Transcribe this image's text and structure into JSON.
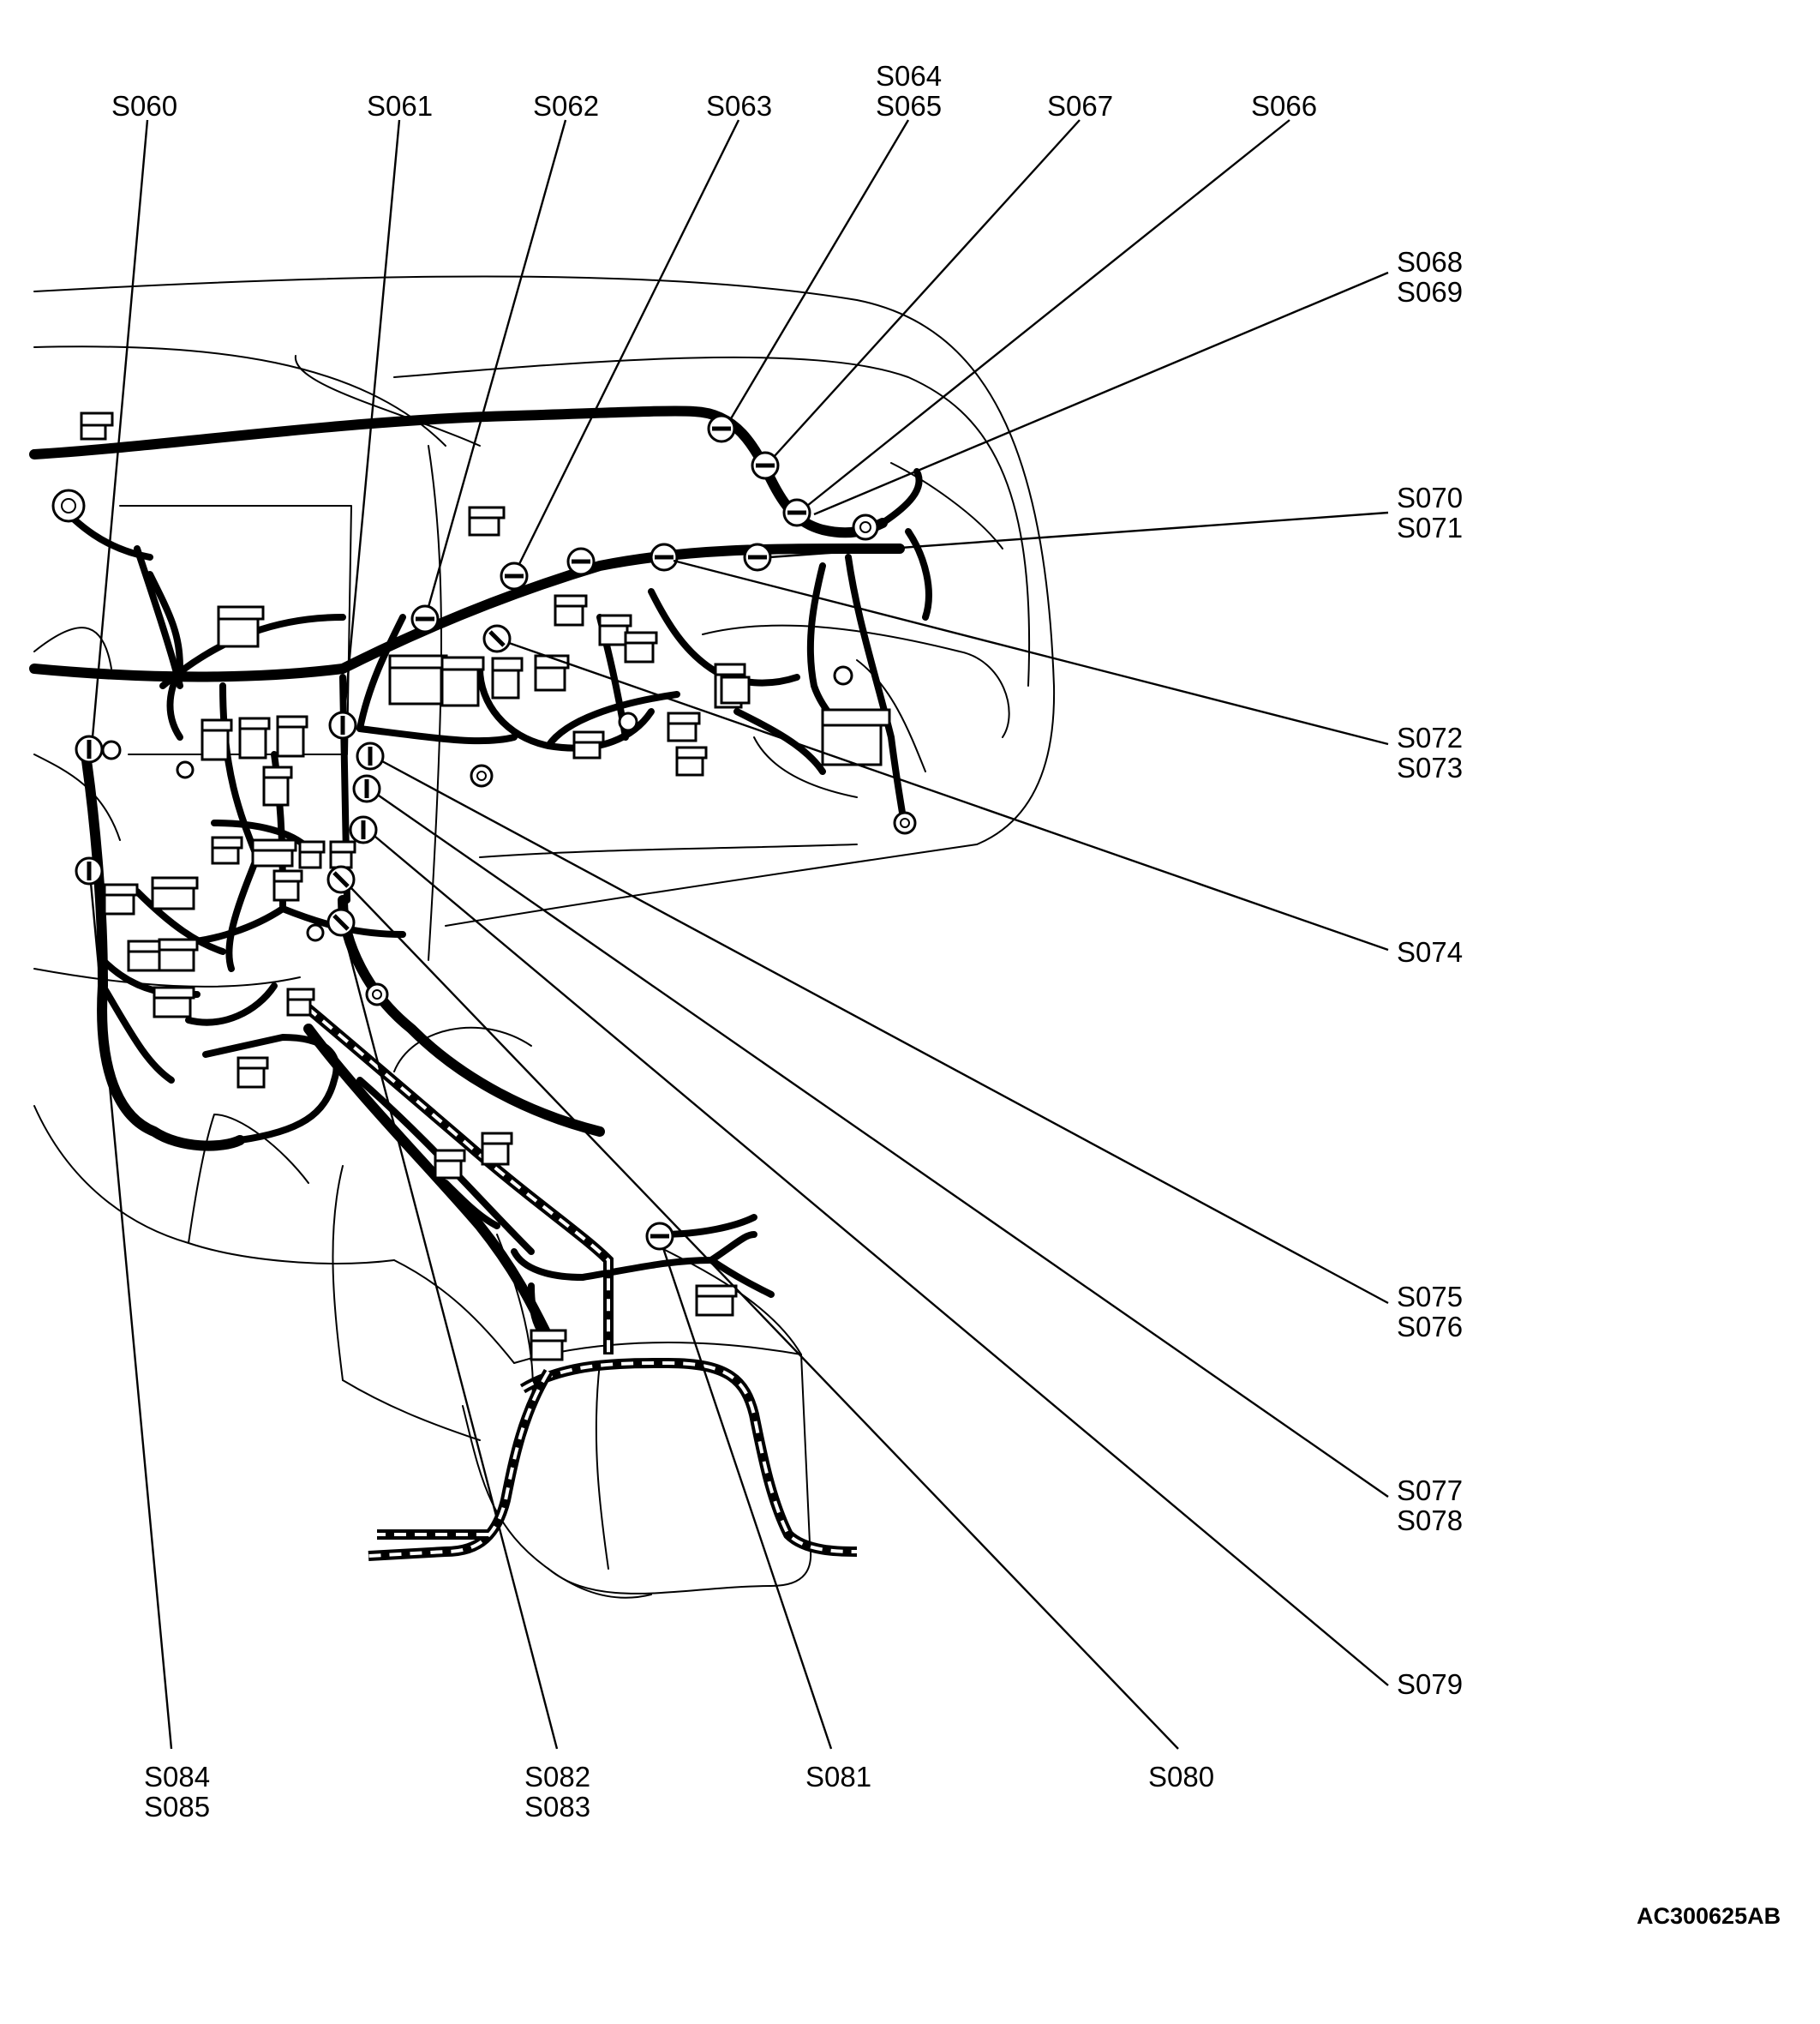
{
  "labels": {
    "s060": "S060",
    "s061": "S061",
    "s062": "S062",
    "s063": "S063",
    "s064": "S064",
    "s065": "S065",
    "s067": "S067",
    "s066": "S066",
    "s068": "S068",
    "s069": "S069",
    "s070": "S070",
    "s071": "S071",
    "s072": "S072",
    "s073": "S073",
    "s074": "S074",
    "s075": "S075",
    "s076": "S076",
    "s077": "S077",
    "s078": "S078",
    "s079": "S079",
    "s080": "S080",
    "s081": "S081",
    "s082": "S082",
    "s083": "S083",
    "s084": "S084",
    "s085": "S085"
  },
  "figure_code": "AC300625AB"
}
